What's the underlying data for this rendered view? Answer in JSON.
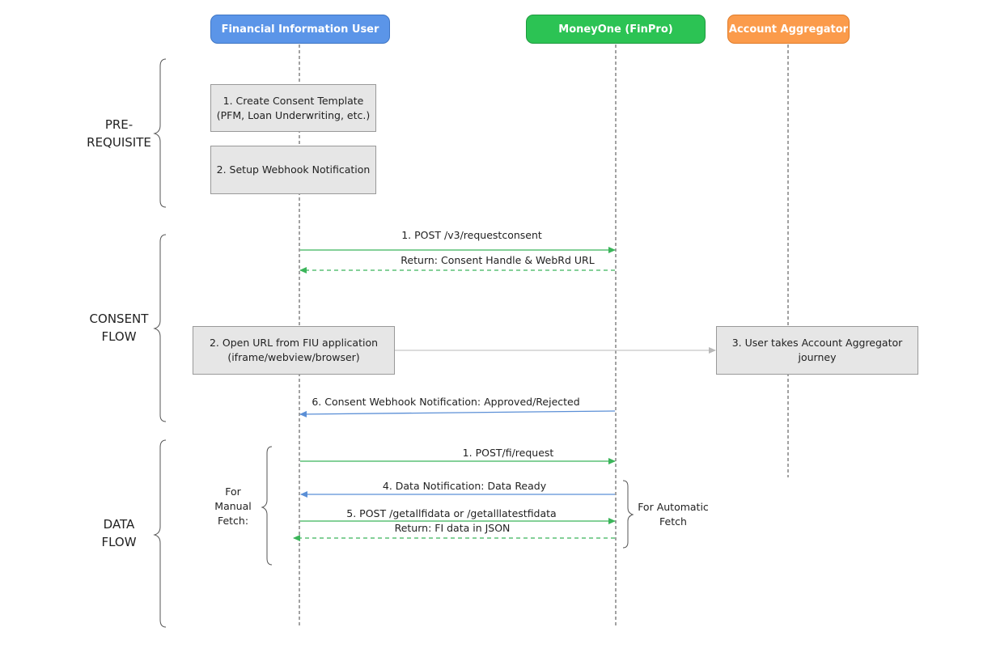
{
  "colors": {
    "fiu": "#5b95e8",
    "moneyone": "#2cc354",
    "aggregator": "#fb9b4b",
    "green_arrow": "#3bb55a",
    "blue_arrow": "#5b8fd6",
    "gray_arrow": "#c8c8c8"
  },
  "actors": {
    "fiu": "Financial Information User",
    "moneyone": "MoneyOne (FinPro)",
    "aggregator": "Account Aggregator"
  },
  "sections": {
    "prereq_line1": "PRE-",
    "prereq_line2": "REQUISITE",
    "consent_line1": "CONSENT",
    "consent_line2": "FLOW",
    "data_line1": "DATA",
    "data_line2": "FLOW"
  },
  "boxes": {
    "create_template_line1": "1. Create Consent Template",
    "create_template_line2": "(PFM, Loan Underwriting, etc.)",
    "setup_webhook": "2. Setup Webhook Notification",
    "open_url_line1": "2. Open URL from FIU application",
    "open_url_line2": "(iframe/webview/browser)",
    "aa_journey_line1": "3. User takes Account Aggregator",
    "aa_journey_line2": "journey"
  },
  "messages": {
    "request_consent": "1. POST /v3/requestconsent",
    "consent_return": "Return: Consent Handle & WebRd URL",
    "consent_webhook": "6. Consent Webhook Notification: Approved/Rejected",
    "fi_request": "1. POST/fi/request",
    "data_notification": "4. Data Notification: Data Ready",
    "get_all_fi_data": "5. POST /getallfidata or /getalllatestfidata",
    "fi_data_return": "Return: FI data in JSON"
  },
  "side_labels": {
    "manual_line1": "For",
    "manual_line2": "Manual",
    "manual_line3": "Fetch:",
    "auto_line1": "For Automatic",
    "auto_line2": "Fetch"
  }
}
